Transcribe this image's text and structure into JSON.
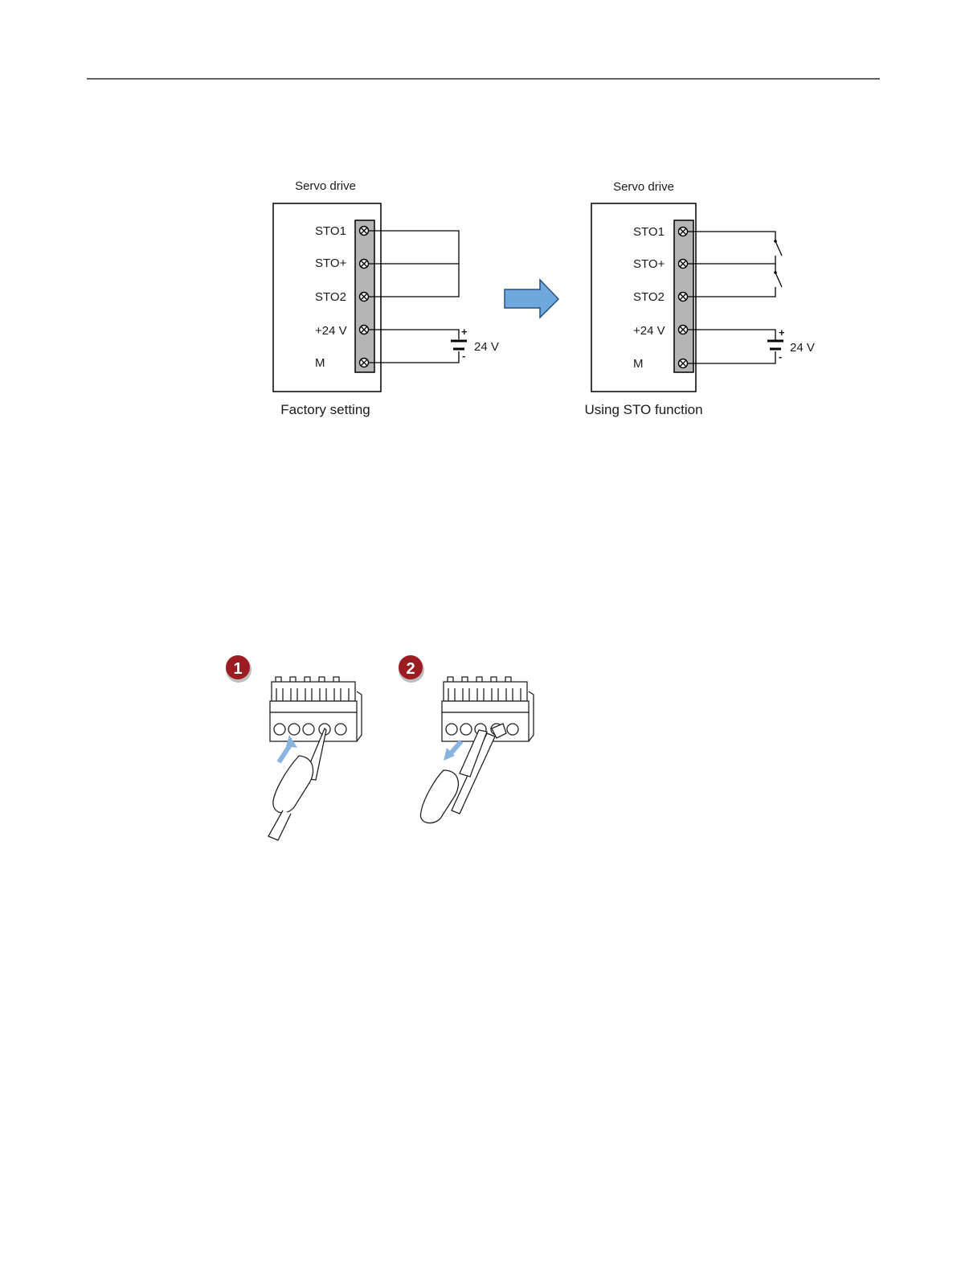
{
  "diagrams": [
    {
      "id": "factory",
      "title": "Servo drive",
      "terminals": [
        "STO1",
        "STO+",
        "STO2",
        "+24 V",
        "M"
      ],
      "supply_label": "24 V",
      "plus_sign": "+",
      "minus_sign": "-",
      "caption": "Factory setting"
    },
    {
      "id": "sto",
      "title": "Servo drive",
      "terminals": [
        "STO1",
        "STO+",
        "STO2",
        "+24 V",
        "M"
      ],
      "supply_label": "24 V",
      "plus_sign": "+",
      "minus_sign": "-",
      "caption": "Using STO function"
    }
  ],
  "arrow": {
    "color": "#6fa8dc"
  },
  "steps": [
    {
      "badge": "1",
      "arrow_direction": "in"
    },
    {
      "badge": "2",
      "arrow_direction": "out"
    }
  ],
  "colors": {
    "badge": "#9c1c24",
    "terminal_strip": "#b5b5b5",
    "hint_arrow": "#8ab4e0"
  }
}
